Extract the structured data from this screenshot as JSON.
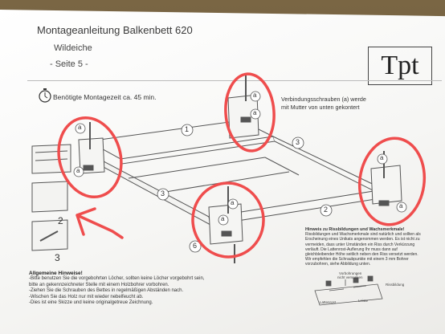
{
  "doc": {
    "title": "Montageanleitung Balkenbett 620",
    "subtitle": "Wildeiche",
    "page": "- Seite 5 -",
    "logo": "Tpt",
    "montage_time": "Benötigte Montagezeit ca. 45 min."
  },
  "notes": {
    "screws_line1": "Verbindungsschrauben (a) werde",
    "screws_line2": "mit Mutter von unten gekontert",
    "box_title": "Hinweis zu Rissbildungen und Wachsmerkmale!",
    "box_lines": [
      "Rissbildungen und Wachsmerkmale sind natürlich und sollten als",
      "Erscheinung eines Unikats angenommen werden. Es ist nicht zu",
      "vermeiden, dass unter Umständen ein Riss durch Verkürzung",
      "verläuft. Die Lattenrost-Auflerung Ihr muss dann auf",
      "gleichbleibender Höhe seitlich neben den Riss versetzt werden.",
      "Wir empfehlen die Schraubpunkte mit einem 3 mm Bohrer",
      "vorzubohren, siehe Abbildung unten."
    ],
    "hint_title": "Allgemeine Hinweise!",
    "hint_lines": [
      "-Bitte benutzen Sie die vorgebohrten Löcher, sollten keine Löcher vorgebohrt sein,",
      " bitte an gekennzeichneter Stelle mit einem Holzbohrer vorbohren.",
      "-Ziehen Sie die Schrauben des Bettes in regelmäßigen Abständen nach.",
      "-Wischen Sie das Holz nur mit wieder nebelfeucht ab.",
      "-Dies ist eine Skizze und keine originalgetreue Zeichnung."
    ]
  },
  "labels": {
    "part1": "1",
    "part2": "2",
    "part3": "3",
    "part6": "6",
    "screw": "a",
    "step2": "2",
    "step3": "3"
  },
  "detail": {
    "top": "Vorbohrungen",
    "top2": "nicht versenken",
    "right": "Rissbildung",
    "left": "Lattenrost",
    "mid": "Leiste"
  },
  "colors": {
    "annotation": "#ef4d4d",
    "line": "#555555"
  }
}
